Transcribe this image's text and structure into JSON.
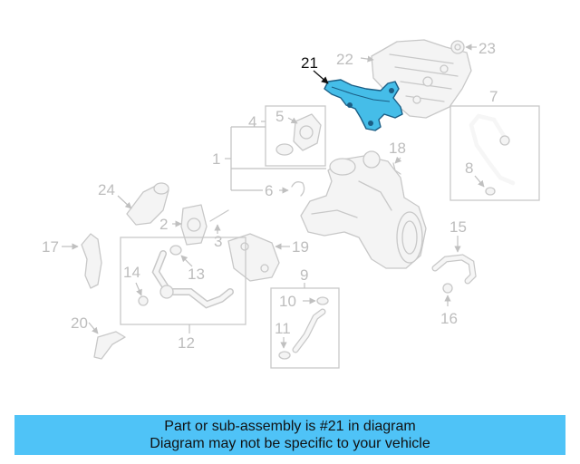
{
  "callouts": {
    "c1": "1",
    "c2": "2",
    "c3": "3",
    "c4": "4",
    "c5": "5",
    "c6": "6",
    "c7": "7",
    "c8": "8",
    "c9": "9",
    "c10": "10",
    "c11": "11",
    "c12": "12",
    "c13": "13",
    "c14": "14",
    "c15": "15",
    "c16": "16",
    "c17": "17",
    "c18": "18",
    "c19": "19",
    "c20": "20",
    "c21": "21",
    "c22": "22",
    "c23": "23",
    "c24": "24"
  },
  "highlighted_part": "21",
  "colors": {
    "highlight_fill": "#45bde8",
    "highlight_stroke": "#1b5e85",
    "banner_bg": "#4fc3f7",
    "diagram_line": "#c8c8c8"
  },
  "banner": {
    "line1": "Part or sub-assembly is #21 in diagram",
    "line2": "Diagram may not be specific to your vehicle"
  }
}
